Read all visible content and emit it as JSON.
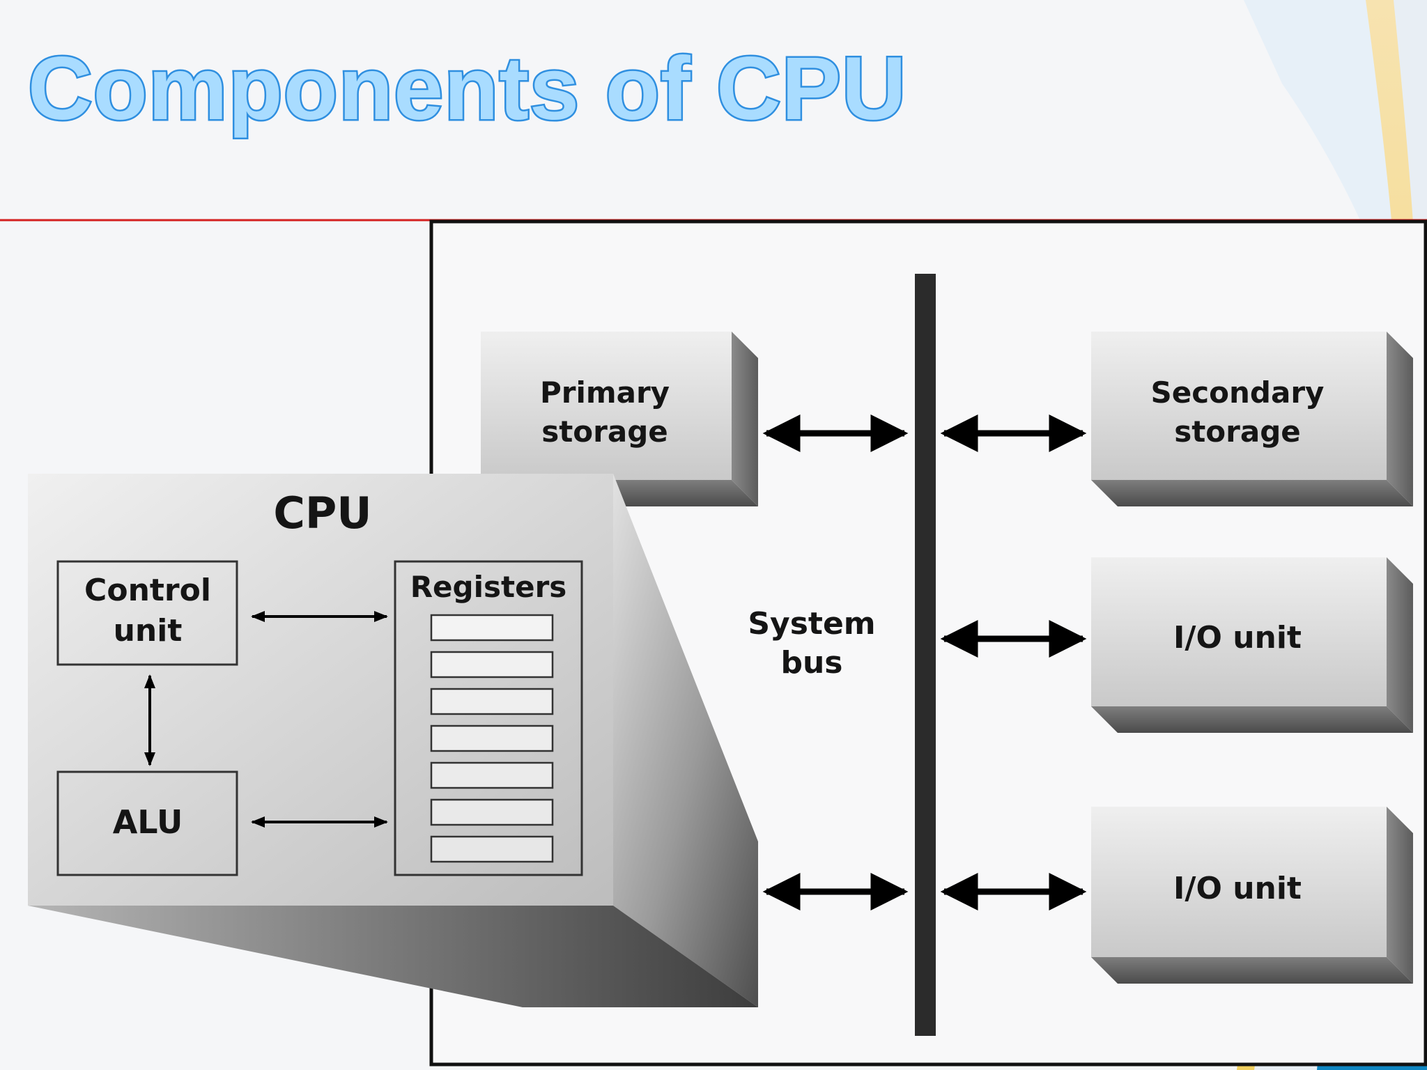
{
  "slide": {
    "title": "Components of CPU"
  },
  "diagram": {
    "cpu": {
      "label": "CPU",
      "control_unit": [
        "Control",
        "unit"
      ],
      "alu": "ALU",
      "registers": "Registers"
    },
    "primary_storage": [
      "Primary",
      "storage"
    ],
    "system_bus": [
      "System",
      "bus"
    ],
    "secondary_storage": [
      "Secondary",
      "storage"
    ],
    "io_unit_1": "I/O unit",
    "io_unit_2": "I/O unit"
  },
  "colors": {
    "title_fill": "#a9dcff",
    "title_outline": "#2f8fe0",
    "divider_line": "#d42020",
    "bus": "#2b2b2b",
    "deco_blue": "#1aa0d0",
    "deco_yellow": "#f3d57a"
  }
}
